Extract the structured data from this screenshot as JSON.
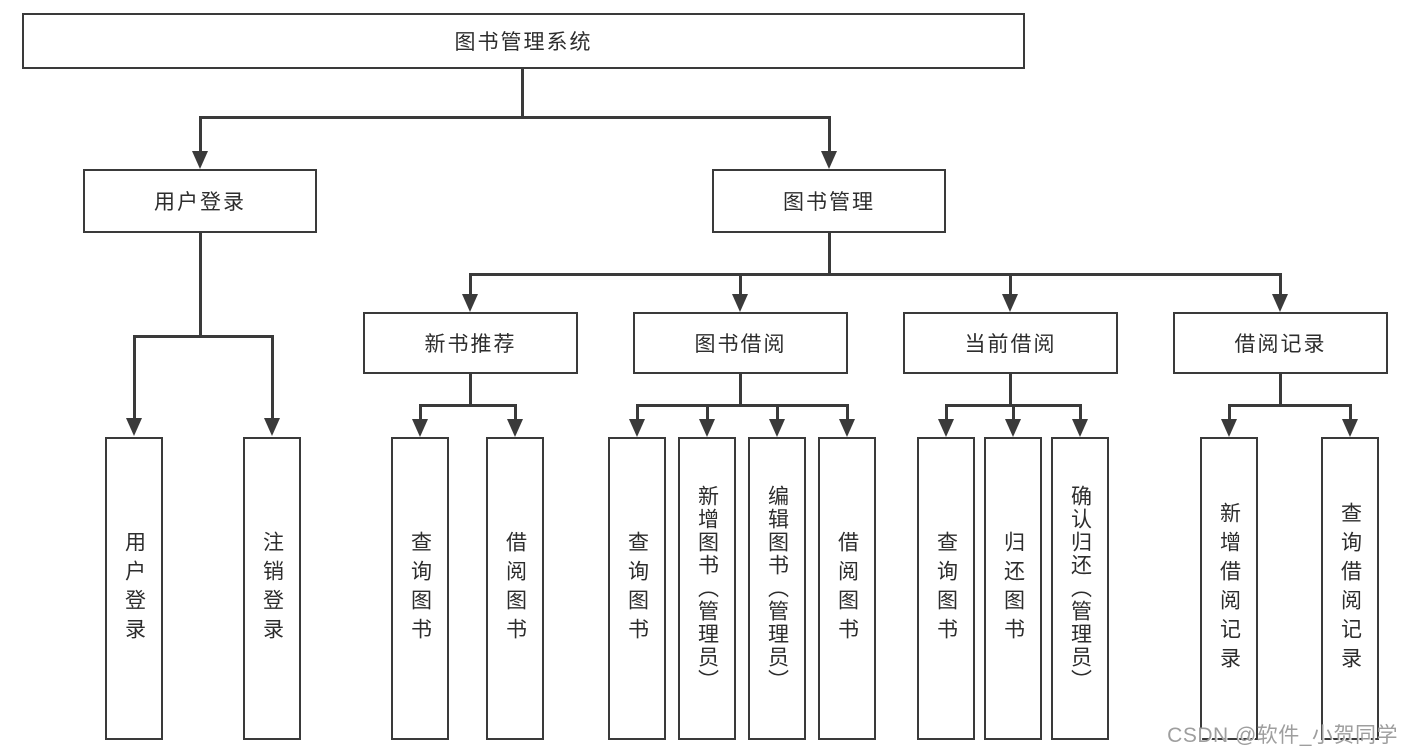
{
  "tree": {
    "label": "图书管理系统",
    "children": [
      {
        "label": "用户登录",
        "children": [
          {
            "label": "用户登录"
          },
          {
            "label": "注销登录"
          }
        ]
      },
      {
        "label": "图书管理",
        "children": [
          {
            "label": "新书推荐",
            "children": [
              {
                "label": "查询图书"
              },
              {
                "label": "借阅图书"
              }
            ]
          },
          {
            "label": "图书借阅",
            "children": [
              {
                "label": "查询图书"
              },
              {
                "label": "新增图书（管理员）"
              },
              {
                "label": "编辑图书（管理员）"
              },
              {
                "label": "借阅图书"
              }
            ]
          },
          {
            "label": "当前借阅",
            "children": [
              {
                "label": "查询图书"
              },
              {
                "label": "归还图书"
              },
              {
                "label": "确认归还（管理员）"
              }
            ]
          },
          {
            "label": "借阅记录",
            "children": [
              {
                "label": "新增借阅记录"
              },
              {
                "label": "查询借阅记录"
              }
            ]
          }
        ]
      }
    ]
  },
  "watermark": "CSDN @软件_小贺同学",
  "colors": {
    "line": "#3a3a3a",
    "text": "#2d2d2d",
    "watermark": "#9e9e9e",
    "background": "#ffffff"
  }
}
